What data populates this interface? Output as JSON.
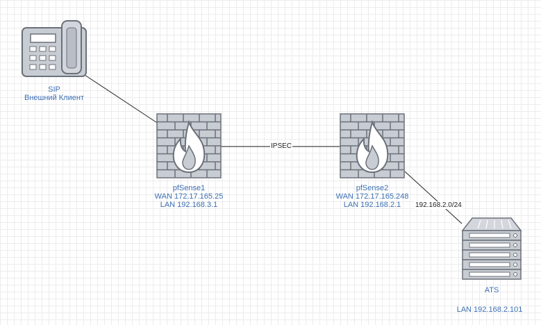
{
  "nodes": {
    "sip": {
      "title": "SIP",
      "subtitle": "Внешний Клиент"
    },
    "pfsense1": {
      "name": "pfSense1",
      "wan": "WAN 172.17.165.25",
      "lan": "LAN 192.168.3.1"
    },
    "pfsense2": {
      "name": "pfSense2",
      "wan": "WAN 172.17.165.248",
      "lan": "LAN 192.168.2.1"
    },
    "ats": {
      "name": "ATS",
      "lan": "LAN 192.168.2.101"
    }
  },
  "edges": {
    "ipsec": "IPSEC",
    "lan_subnet": "192.168.2.0/24"
  },
  "colors": {
    "label_text": "#3d6fb4",
    "edge_line": "#222222",
    "device_fill": "#c8ccd3",
    "device_stroke": "#6b7079",
    "flame_fill": "#ffffff"
  },
  "icons": [
    "phone-icon",
    "firewall-icon",
    "firewall-icon",
    "server-icon"
  ]
}
